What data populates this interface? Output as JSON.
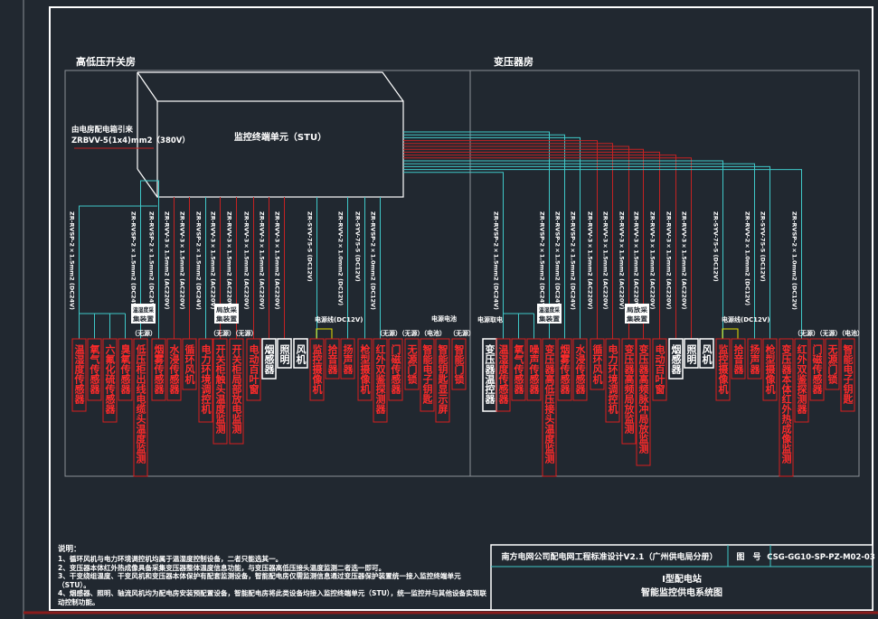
{
  "colors": {
    "background": "#212830",
    "frame": "#ffffff",
    "room": "#8a8f96",
    "dc_line": "#3fc8c8",
    "ac_line": "#c42222",
    "device_red": "#ff2a2a",
    "device_white": "#ffffff",
    "power_link": "#e6e000"
  },
  "rooms": {
    "left_title": "高低压开关房",
    "right_title": "变压器房"
  },
  "stu": {
    "label": "监控终端单元（STU）"
  },
  "power_source": {
    "line1": "由电房配电箱引来",
    "line2": "ZRBVV-5(1x4)mm2（380V）"
  },
  "left": {
    "bus_cable": "ZR-RVSP-2×1.5mm2 (DC24V)",
    "annotations": [
      {
        "id": "th-collector",
        "text": "温湿度采集装置",
        "boxed": true
      },
      {
        "id": "pd-collector",
        "text": "局放采集装置",
        "boxed": true
      },
      {
        "id": "passive-1",
        "text": "（无源）"
      },
      {
        "id": "passive-2",
        "text": "（无源）（无源）"
      },
      {
        "id": "power-line",
        "text": "电源线(DC12V)"
      },
      {
        "id": "passive-3",
        "text": "（无源）（无源）（电池）"
      },
      {
        "id": "power-battery",
        "text": "电源电池"
      },
      {
        "id": "passive-4",
        "text": "（无源）"
      }
    ],
    "devices": [
      {
        "label": "温湿度传感器",
        "color": "red",
        "conn": "bus"
      },
      {
        "label": "氧气传感器",
        "color": "red",
        "conn": "bus"
      },
      {
        "label": "六氟化硫传感器",
        "color": "red",
        "conn": "bus"
      },
      {
        "label": "臭氧传感器",
        "color": "red",
        "conn": "bus"
      },
      {
        "label": "低压柜出线电缆头温度监测",
        "color": "red",
        "conn": "cyan",
        "cable": "ZR-RVSP-2×1.5mm2 (DC24V)"
      },
      {
        "label": "烟雾传感器",
        "color": "red",
        "conn": "cyan",
        "cable": "ZR-RVSP-2×1.5mm2 (DC24V)"
      },
      {
        "label": "水浸传感器",
        "color": "red",
        "conn": "red",
        "cable": "ZR-RVV-3×1.5mm2 (AC220V)"
      },
      {
        "label": "循环风机",
        "color": "red",
        "conn": "red",
        "cable": "ZR-RVV-3×1.5mm2 (AC220V)"
      },
      {
        "label": "电力环境调控机",
        "color": "red",
        "conn": "cyan",
        "cable": "ZR-RVSP-2×1.5mm2 (DC24V)"
      },
      {
        "label": "开关柜触头温度监测",
        "color": "red",
        "conn": "red",
        "cable": "ZR-RVV-3×1.5mm2 (AC220V)"
      },
      {
        "label": "开关柜局部放电监测",
        "color": "red",
        "conn": "red",
        "cable": "ZR-RVV-3×1.5mm2 (AC220V)"
      },
      {
        "label": "电动百叶窗",
        "color": "red",
        "conn": "red",
        "cable": "ZR-RVV-3×1.5mm2 (AC220V)"
      },
      {
        "label": "烟感器",
        "color": "white",
        "conn": "red",
        "cable": "ZR-RVV-3×1.5mm2 (AC220V)"
      },
      {
        "label": "照明",
        "color": "white",
        "conn": "red",
        "cable": "ZR-RVV-3×1.5mm2 (AC220V)"
      },
      {
        "label": "风机",
        "color": "white",
        "conn": "none"
      },
      {
        "label": "监控摄像机",
        "color": "red",
        "conn": "cyan",
        "cable": "ZR-SYV-75-5 (DC12V)"
      },
      {
        "label": "拾音器",
        "color": "red",
        "conn": "none"
      },
      {
        "label": "扬声器",
        "color": "red",
        "conn": "cyan",
        "cable": "ZR-RVV-2×1.0mm2 (DC12V)"
      },
      {
        "label": "枪型摄像机",
        "color": "red",
        "conn": "cyan",
        "cable": "ZR-SYV-75-5 (DC12V)"
      },
      {
        "label": "红外双鉴探测器",
        "color": "red",
        "conn": "cyan",
        "cable": "ZR-RVSP-2×1.0mm2 (DC12V)"
      },
      {
        "label": "门磁传感器",
        "color": "red",
        "conn": "none"
      },
      {
        "label": "无源门锁",
        "color": "red",
        "conn": "none"
      },
      {
        "label": "智能电子钥匙",
        "color": "red",
        "conn": "none"
      },
      {
        "label": "智能钥匙显示屏",
        "color": "red",
        "conn": "none"
      },
      {
        "label": "智能门锁",
        "color": "red",
        "conn": "none"
      }
    ]
  },
  "right": {
    "bus_cable": "ZR-RVSP-2×1.5mm2 (DC24V)",
    "annotations": [
      {
        "id": "power-take",
        "text": "电源取电"
      },
      {
        "id": "th-collector",
        "text": "温湿度采集装置",
        "boxed": true
      },
      {
        "id": "pd-collector",
        "text": "局放采集装置",
        "boxed": true
      },
      {
        "id": "power-line",
        "text": "电源线(DC12V)"
      },
      {
        "id": "passive",
        "text": "（无源）（无源）（电池）"
      }
    ],
    "devices": [
      {
        "label": "变压器温控器",
        "color": "white",
        "conn": "none"
      },
      {
        "label": "温湿度传感器",
        "color": "red",
        "conn": "bus"
      },
      {
        "label": "氧气传感器",
        "color": "red",
        "conn": "bus"
      },
      {
        "label": "噪声传感器",
        "color": "red",
        "conn": "bus"
      },
      {
        "label": "变压器高低压接头温度监测",
        "color": "red",
        "conn": "cyan",
        "cable": "ZR-RVSP-2×1.5mm2 (DC24V)"
      },
      {
        "label": "烟雾传感器",
        "color": "red",
        "conn": "cyan",
        "cable": "ZR-RVSP-2×1.5mm2 (DC24V)"
      },
      {
        "label": "水浸传感器",
        "color": "red",
        "conn": "cyan",
        "cable": "ZR-RVSP-2×1.5mm2 (DC24V)"
      },
      {
        "label": "循环风机",
        "color": "red",
        "conn": "red",
        "cable": "ZR-RVV-3×1.5mm2 (AC220V)"
      },
      {
        "label": "电力环境调控机",
        "color": "red",
        "conn": "red",
        "cable": "ZR-RVV-3×1.5mm2 (AC220V)"
      },
      {
        "label": "变压器高频局放监测",
        "color": "red",
        "conn": "red",
        "cable": "ZR-RVV-3×1.5mm2 (AC220V)"
      },
      {
        "label": "变压器高频脉冲局放监测",
        "color": "red",
        "conn": "red",
        "cable": "ZR-RVV-3×1.5mm2 (AC220V)"
      },
      {
        "label": "电动百叶窗",
        "color": "red",
        "conn": "red",
        "cable": "ZR-RVV-3×1.5mm2 (AC220V)"
      },
      {
        "label": "烟感器",
        "color": "white",
        "conn": "red",
        "cable": "ZR-RVV-3×1.5mm2 (AC220V)"
      },
      {
        "label": "照明",
        "color": "white",
        "conn": "red",
        "cable": "ZR-RVV-3×1.5mm2 (AC220V)"
      },
      {
        "label": "风机",
        "color": "white",
        "conn": "none"
      },
      {
        "label": "监控摄像机",
        "color": "red",
        "conn": "cyan",
        "cable": "ZR-SYV-75-5 (DC12V)"
      },
      {
        "label": "拾音器",
        "color": "red",
        "conn": "none"
      },
      {
        "label": "扬声器",
        "color": "red",
        "conn": "cyan",
        "cable": "ZR-RVV-2×1.0mm2 (DC12V)"
      },
      {
        "label": "枪型摄像机",
        "color": "red",
        "conn": "cyan",
        "cable": "ZR-SYV-75-5 (DC12V)"
      },
      {
        "label": "变压器本体红外热成像监测",
        "color": "red",
        "conn": "none"
      },
      {
        "label": "红外双鉴探测器",
        "color": "red",
        "conn": "cyan",
        "cable": "ZR-RVSP-2×1.0mm2 (DC12V)"
      },
      {
        "label": "门磁传感器",
        "color": "red",
        "conn": "none"
      },
      {
        "label": "无源门锁",
        "color": "red",
        "conn": "none"
      },
      {
        "label": "智能电子钥匙",
        "color": "red",
        "conn": "none"
      }
    ]
  },
  "notes": {
    "title": "说明：",
    "items": [
      "1、循环风机与电力环境调控机均属于温湿度控制设备，二者只能选其一。",
      "2、变压器本体红外热成像具备采集变压器整体温度信息功能，与变压器高低压接头温度监测二者选一即可。",
      "3、干变绕组温度、干变风机和变压器本体保护有配套监测设备，智能配电房仅需监测信息通过变压器保护装置统一接入监控终端单元（STU）。",
      "4、烟感器、照明、轴流风机均为配电房安装预配置设备，智能配电房将此类设备均接入监控终端单元（STU），统一监控并与其他设备实现联动控制功能。"
    ]
  },
  "title_block": {
    "project": "南方电网公司配电网工程标准设计V2.1（广州供电局分册）",
    "drawing_no_label": "图　号",
    "drawing_no": "CSG-GG10-SP-PZ-M02-03",
    "title_line1": "I型配电站",
    "title_line2": "智能监控供电系统图"
  }
}
